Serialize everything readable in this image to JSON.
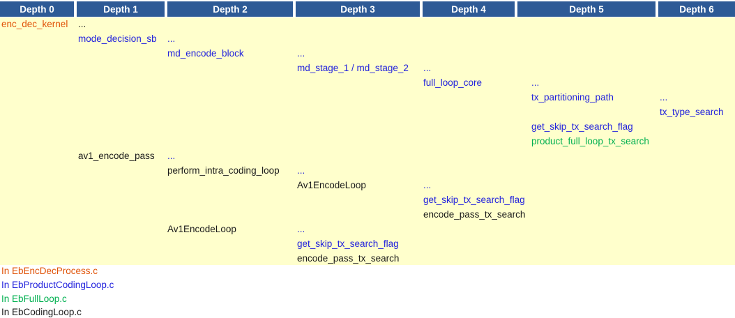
{
  "table": {
    "headers": [
      "Depth 0",
      "Depth 1",
      "Depth 2",
      "Depth 3",
      "Depth 4",
      "Depth 5",
      "Depth 6"
    ],
    "rows": [
      {
        "items": [
          {
            "depth": 0,
            "text": "enc_dec_kernel",
            "color": "orange"
          },
          {
            "depth": 1,
            "text": "...",
            "color": "black"
          }
        ]
      },
      {
        "items": [
          {
            "depth": 1,
            "text": "mode_decision_sb",
            "color": "blue"
          },
          {
            "depth": 2,
            "text": "...",
            "color": "blue"
          }
        ]
      },
      {
        "items": [
          {
            "depth": 2,
            "text": "md_encode_block",
            "color": "blue"
          },
          {
            "depth": 3,
            "text": "...",
            "color": "blue"
          }
        ]
      },
      {
        "items": [
          {
            "depth": 3,
            "text": "md_stage_1 / md_stage_2",
            "color": "blue"
          },
          {
            "depth": 4,
            "text": "...",
            "color": "blue"
          }
        ]
      },
      {
        "items": [
          {
            "depth": 4,
            "text": "full_loop_core",
            "color": "blue"
          },
          {
            "depth": 5,
            "text": "...",
            "color": "blue"
          }
        ]
      },
      {
        "items": [
          {
            "depth": 5,
            "text": "tx_partitioning_path",
            "color": "blue"
          },
          {
            "depth": 6,
            "text": "...",
            "color": "blue"
          }
        ]
      },
      {
        "items": [
          {
            "depth": 6,
            "text": "tx_type_search",
            "color": "blue"
          }
        ]
      },
      {
        "items": [
          {
            "depth": 5,
            "text": "get_skip_tx_search_flag",
            "color": "blue"
          }
        ]
      },
      {
        "items": [
          {
            "depth": 5,
            "text": "product_full_loop_tx_search",
            "color": "green"
          }
        ]
      },
      {
        "items": [
          {
            "depth": 1,
            "text": "av1_encode_pass",
            "color": "black"
          },
          {
            "depth": 2,
            "text": "...",
            "color": "blue"
          }
        ]
      },
      {
        "items": [
          {
            "depth": 2,
            "text": "perform_intra_coding_loop",
            "color": "black"
          },
          {
            "depth": 3,
            "text": "...",
            "color": "blue"
          }
        ]
      },
      {
        "items": [
          {
            "depth": 3,
            "text": "Av1EncodeLoop",
            "color": "black"
          },
          {
            "depth": 4,
            "text": "...",
            "color": "blue"
          }
        ]
      },
      {
        "items": [
          {
            "depth": 4,
            "text": "get_skip_tx_search_flag",
            "color": "blue"
          }
        ]
      },
      {
        "items": [
          {
            "depth": 4,
            "text": "encode_pass_tx_search",
            "color": "black"
          }
        ]
      },
      {
        "items": [
          {
            "depth": 2,
            "text": "Av1EncodeLoop",
            "color": "black"
          },
          {
            "depth": 3,
            "text": "...",
            "color": "blue"
          }
        ]
      },
      {
        "items": [
          {
            "depth": 3,
            "text": "get_skip_tx_search_flag",
            "color": "blue"
          }
        ]
      },
      {
        "items": [
          {
            "depth": 3,
            "text": "encode_pass_tx_search",
            "color": "black"
          }
        ]
      }
    ]
  },
  "legend": [
    {
      "text": "In EbEncDecProcess.c",
      "color": "orange"
    },
    {
      "text": "In EbProductCodingLoop.c",
      "color": "blue"
    },
    {
      "text": "In EbFullLoop.c",
      "color": "green"
    },
    {
      "text": "In EbCodingLoop.c",
      "color": "black"
    }
  ],
  "colors": {
    "header_bg": "#2E5A96",
    "header_text": "#FFFFFF",
    "body_bg": "#FFFFCC",
    "orange": "#E05206",
    "blue": "#2222DD",
    "green": "#00B050",
    "black": "#1A1A1A"
  }
}
